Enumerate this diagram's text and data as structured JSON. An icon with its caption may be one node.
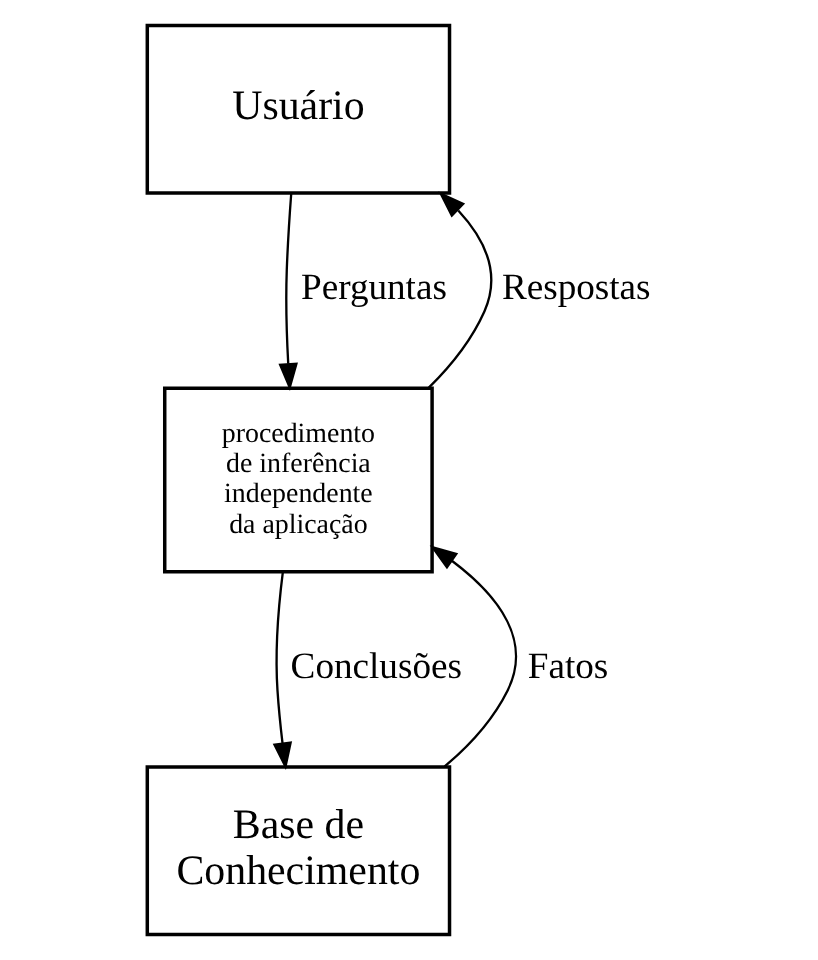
{
  "diagram": {
    "nodes": [
      {
        "text": [
          "Usuário"
        ]
      },
      {
        "text": [
          "procedimento de inferência independente da aplicação"
        ]
      },
      {
        "text": [
          "Base de Conhecimento"
        ]
      }
    ],
    "edges": [
      {
        "from": 0,
        "to": 1,
        "arrow": "to",
        "label": "Perguntas"
      },
      {
        "from": 1,
        "to": 0,
        "arrow": "to",
        "label": "Respostas"
      },
      {
        "from": 2,
        "to": 1,
        "arrow": "to",
        "label": "Fatos"
      },
      {
        "from": 1,
        "to": 2,
        "arrow": "to",
        "label": "Conclusões"
      }
    ]
  }
}
